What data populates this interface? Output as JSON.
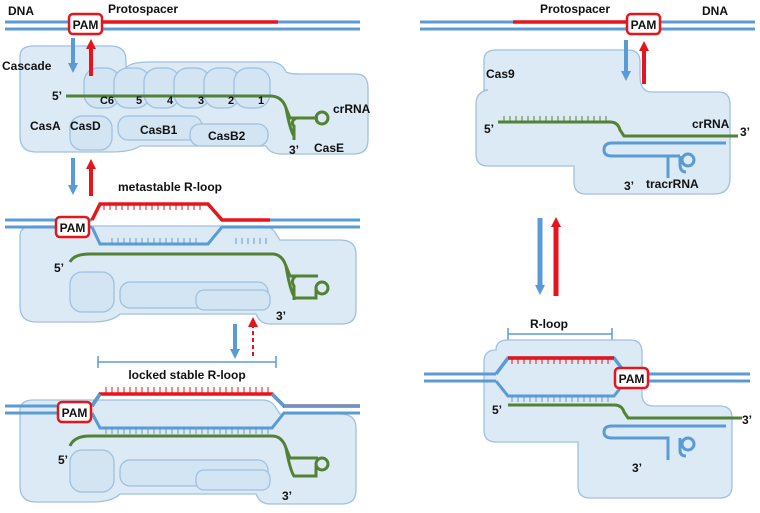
{
  "colors": {
    "dna": "#5b9bd5",
    "protospacer": "#e8141b",
    "crrna": "#548235",
    "protein_fill": "#dceaf6",
    "protein_stroke": "#9fc1e0",
    "arrow_blue": "#5b9bd5",
    "arrow_red": "#e8141b"
  },
  "panel1": {
    "dna_label": "DNA",
    "protospacer_label": "Protospacer",
    "pam": "PAM",
    "cascade_label": "Cascade",
    "five_prime": "5’",
    "three_prime": "3’",
    "crrna_label": "crRNA",
    "subunits": [
      "C6",
      "5",
      "4",
      "3",
      "2",
      "1"
    ],
    "casA": "CasA",
    "casD": "CasD",
    "casB1": "CasB1",
    "casB2": "CasB2",
    "casE": "CasE"
  },
  "panel2": {
    "title": "metastable R-loop",
    "pam": "PAM",
    "five_prime": "5’",
    "three_prime": "3’"
  },
  "panel3": {
    "title": "locked stable R-loop",
    "pam": "PAM",
    "five_prime": "5’",
    "three_prime": "3’"
  },
  "panel4": {
    "protospacer_label": "Protospacer",
    "pam": "PAM",
    "dna_label": "DNA",
    "cas9_label": "Cas9",
    "five_prime": "5’",
    "crrna_label": "crRNA",
    "crrna_three_prime": "3’",
    "tracr_three_prime": "3’",
    "tracrrna_label": "tracrRNA"
  },
  "panel5": {
    "rloop_label": "R-loop",
    "pam": "PAM",
    "five_prime": "5’",
    "three_prime_top": "3’",
    "three_prime_bottom": "3’"
  }
}
